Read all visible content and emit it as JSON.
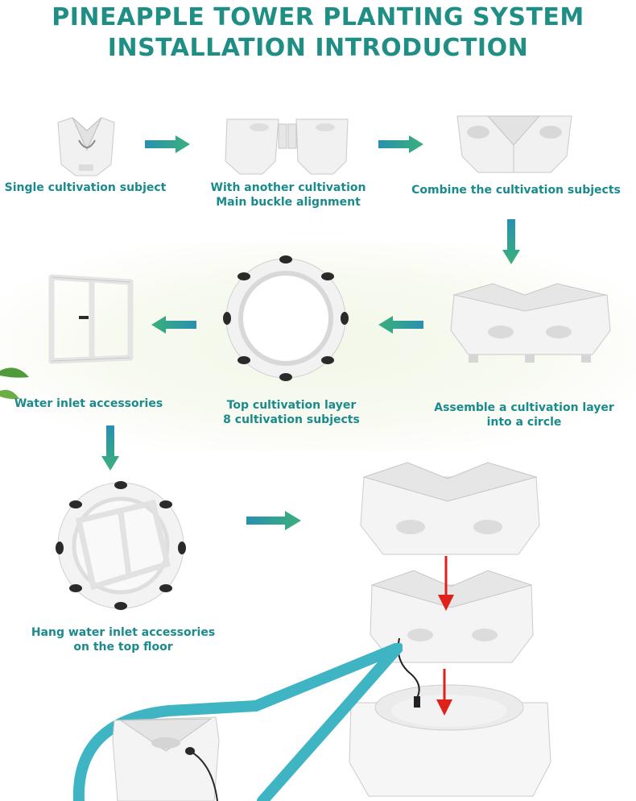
{
  "header": {
    "title_line1": "PINEAPPLE TOWER PLANTING SYSTEM",
    "title_line2": "INSTALLATION INTRODUCTION"
  },
  "steps": {
    "single": {
      "label": "Single cultivation subject"
    },
    "buckle": {
      "line1": "With another cultivation",
      "line2": "Main buckle alignment"
    },
    "combine": {
      "label": "Combine the cultivation subjects"
    },
    "water_inlet": {
      "label": "Water inlet accessories"
    },
    "top_layer": {
      "line1": "Top cultivation layer",
      "line2": "8 cultivation subjects"
    },
    "assemble": {
      "line1": "Assemble a cultivation layer",
      "line2": "into a circle"
    },
    "hang": {
      "line1": "Hang water inlet accessories",
      "line2": "on the top floor"
    }
  },
  "colors": {
    "title": "#1f8f86",
    "caption": "#1a8a8c",
    "arrow_start": "#2a8fb0",
    "arrow_end": "#3bb07a",
    "assembly_arrow": "#e0201a",
    "callout": "#3fb5c4"
  }
}
